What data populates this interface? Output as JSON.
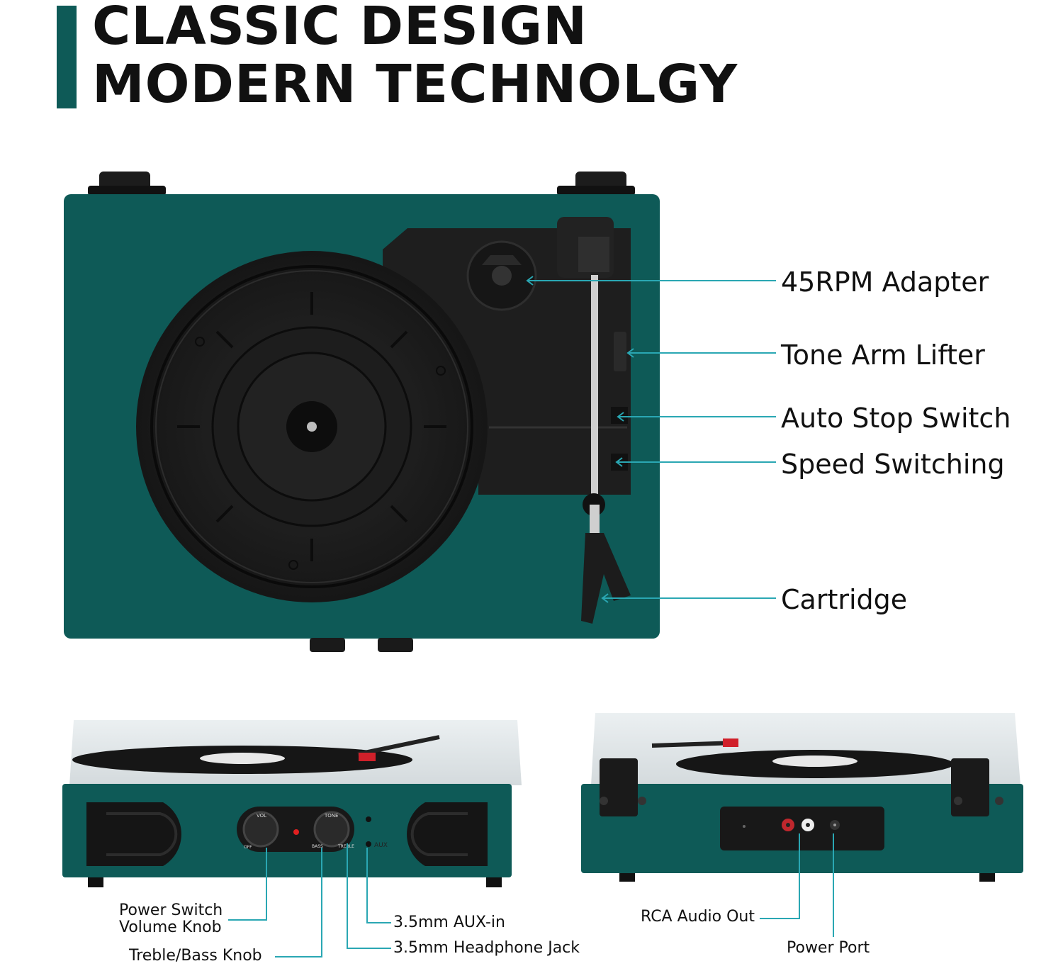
{
  "headline": {
    "line1": "CLASSIC DESIGN",
    "line2": "MODERN TECHNOLGY"
  },
  "callouts": {
    "adapter": "45RPM Adapter",
    "lifter": "Tone Arm Lifter",
    "autostop": "Auto Stop Switch",
    "speed": "Speed Switching",
    "cartridge": "Cartridge"
  },
  "front": {
    "power_line1": "Power Switch",
    "power_line2": "Volume Knob",
    "treble": "Treble/Bass Knob",
    "aux": "3.5mm AUX-in",
    "headphone": "3.5mm Headphone Jack",
    "knob_vol": "VOL",
    "knob_tone": "TONE",
    "knob_off": "OFF",
    "knob_bass": "BASS",
    "knob_treble": "TREBLE",
    "aux_small": "AUX"
  },
  "back": {
    "rca": "RCA Audio Out",
    "power_port": "Power Port"
  },
  "colors": {
    "teal": "#0e5a57",
    "leader": "#2aa7b3",
    "black": "#1a1a1a"
  }
}
